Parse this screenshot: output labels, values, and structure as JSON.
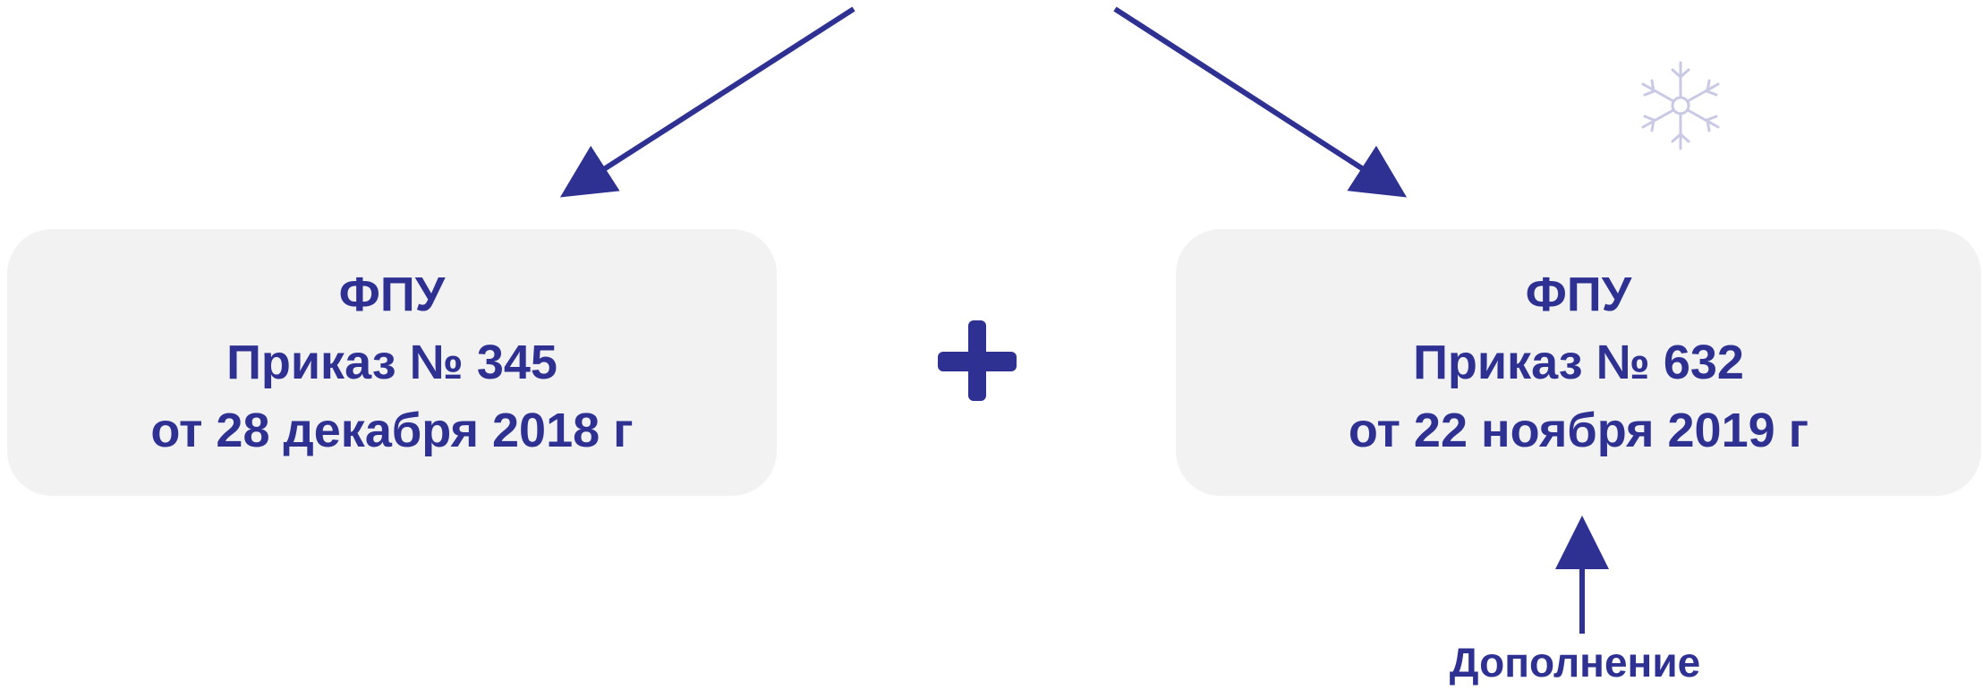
{
  "colors": {
    "primary": "#2e3192",
    "box_fill": "#f2f2f2",
    "snowflake": "#c9c9e6"
  },
  "boxes": [
    {
      "title": "ФПУ",
      "order": "Приказ № 345",
      "date": "от 28 декабря 2018 г"
    },
    {
      "title": "ФПУ",
      "order": "Приказ № 632",
      "date": "от 22 ноября 2019 г"
    }
  ],
  "connector": "plus",
  "footnote": "Дополнение",
  "icons": [
    "snowflake-icon",
    "plus-icon"
  ]
}
